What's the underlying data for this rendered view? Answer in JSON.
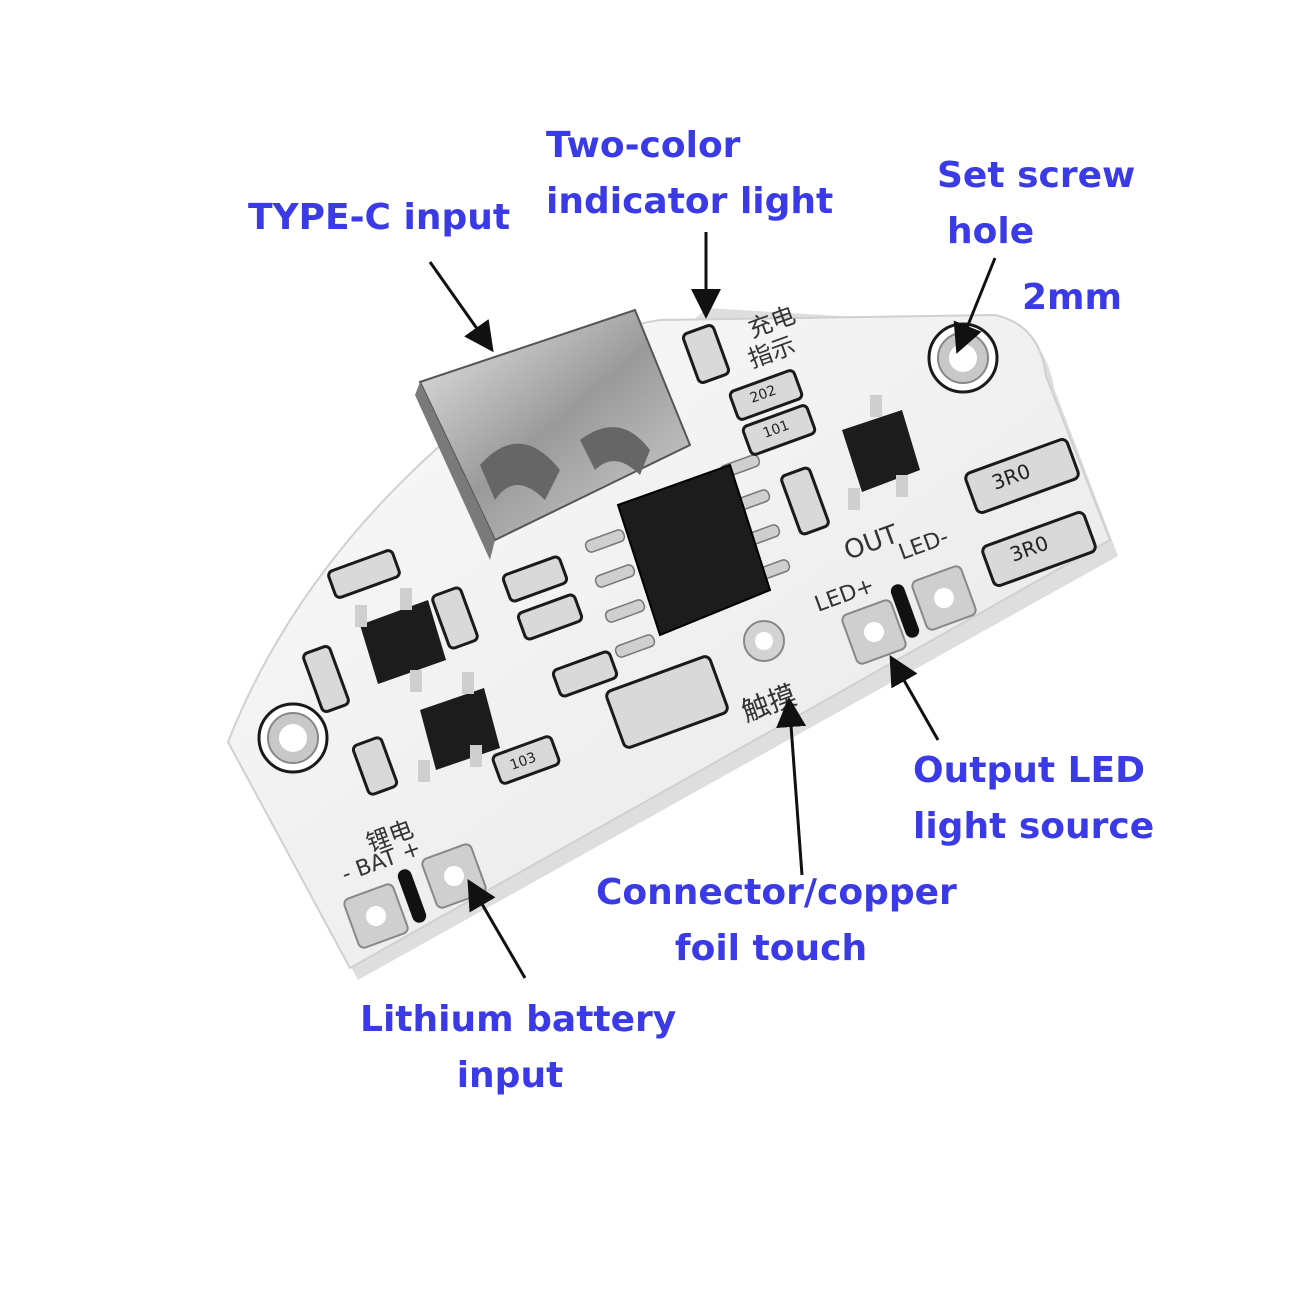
{
  "labels": {
    "typec": [
      "TYPE-C input"
    ],
    "indicator": [
      "Two-color",
      "indicator light"
    ],
    "screw": [
      "Set screw",
      "hole"
    ],
    "screw_size": "2mm",
    "output": [
      "Output LED",
      "light source"
    ],
    "touch": [
      "Connector/copper",
      "foil touch"
    ],
    "battery": [
      "Lithium battery",
      "input"
    ]
  },
  "silkscreen": {
    "charge_indicator": [
      "充电",
      "指示"
    ],
    "touch": "触摸",
    "out": "OUT",
    "led_plus": "LED+",
    "led_minus": "LED-",
    "battery": "锂电",
    "bat": "- BAT +",
    "res_3r0": "3R0",
    "res_202": "202",
    "res_101": "101",
    "res_103": "103"
  },
  "colors": {
    "label": "#3a3ae6",
    "board": "#f4f4f4",
    "pad": "#c9c9c9",
    "chip": "#1c1c1c"
  }
}
